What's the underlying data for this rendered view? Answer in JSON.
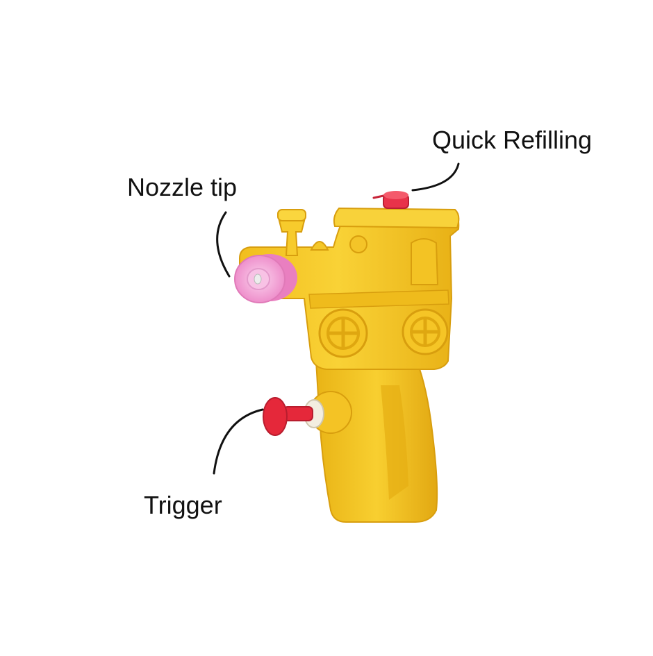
{
  "labels": {
    "quick_refilling": "Quick Refilling",
    "nozzle_tip": "Nozzle tip",
    "trigger": "Trigger"
  },
  "colors": {
    "body_yellow": "#F7C92A",
    "body_shade": "#E0A810",
    "body_light": "#FFE36A",
    "nozzle_pink": "#F5A6D6",
    "cap_red": "#E8334A",
    "trigger_red": "#E5283A",
    "leader_line": "#111111"
  },
  "icons": {
    "product": "toy-train-water-gun"
  }
}
